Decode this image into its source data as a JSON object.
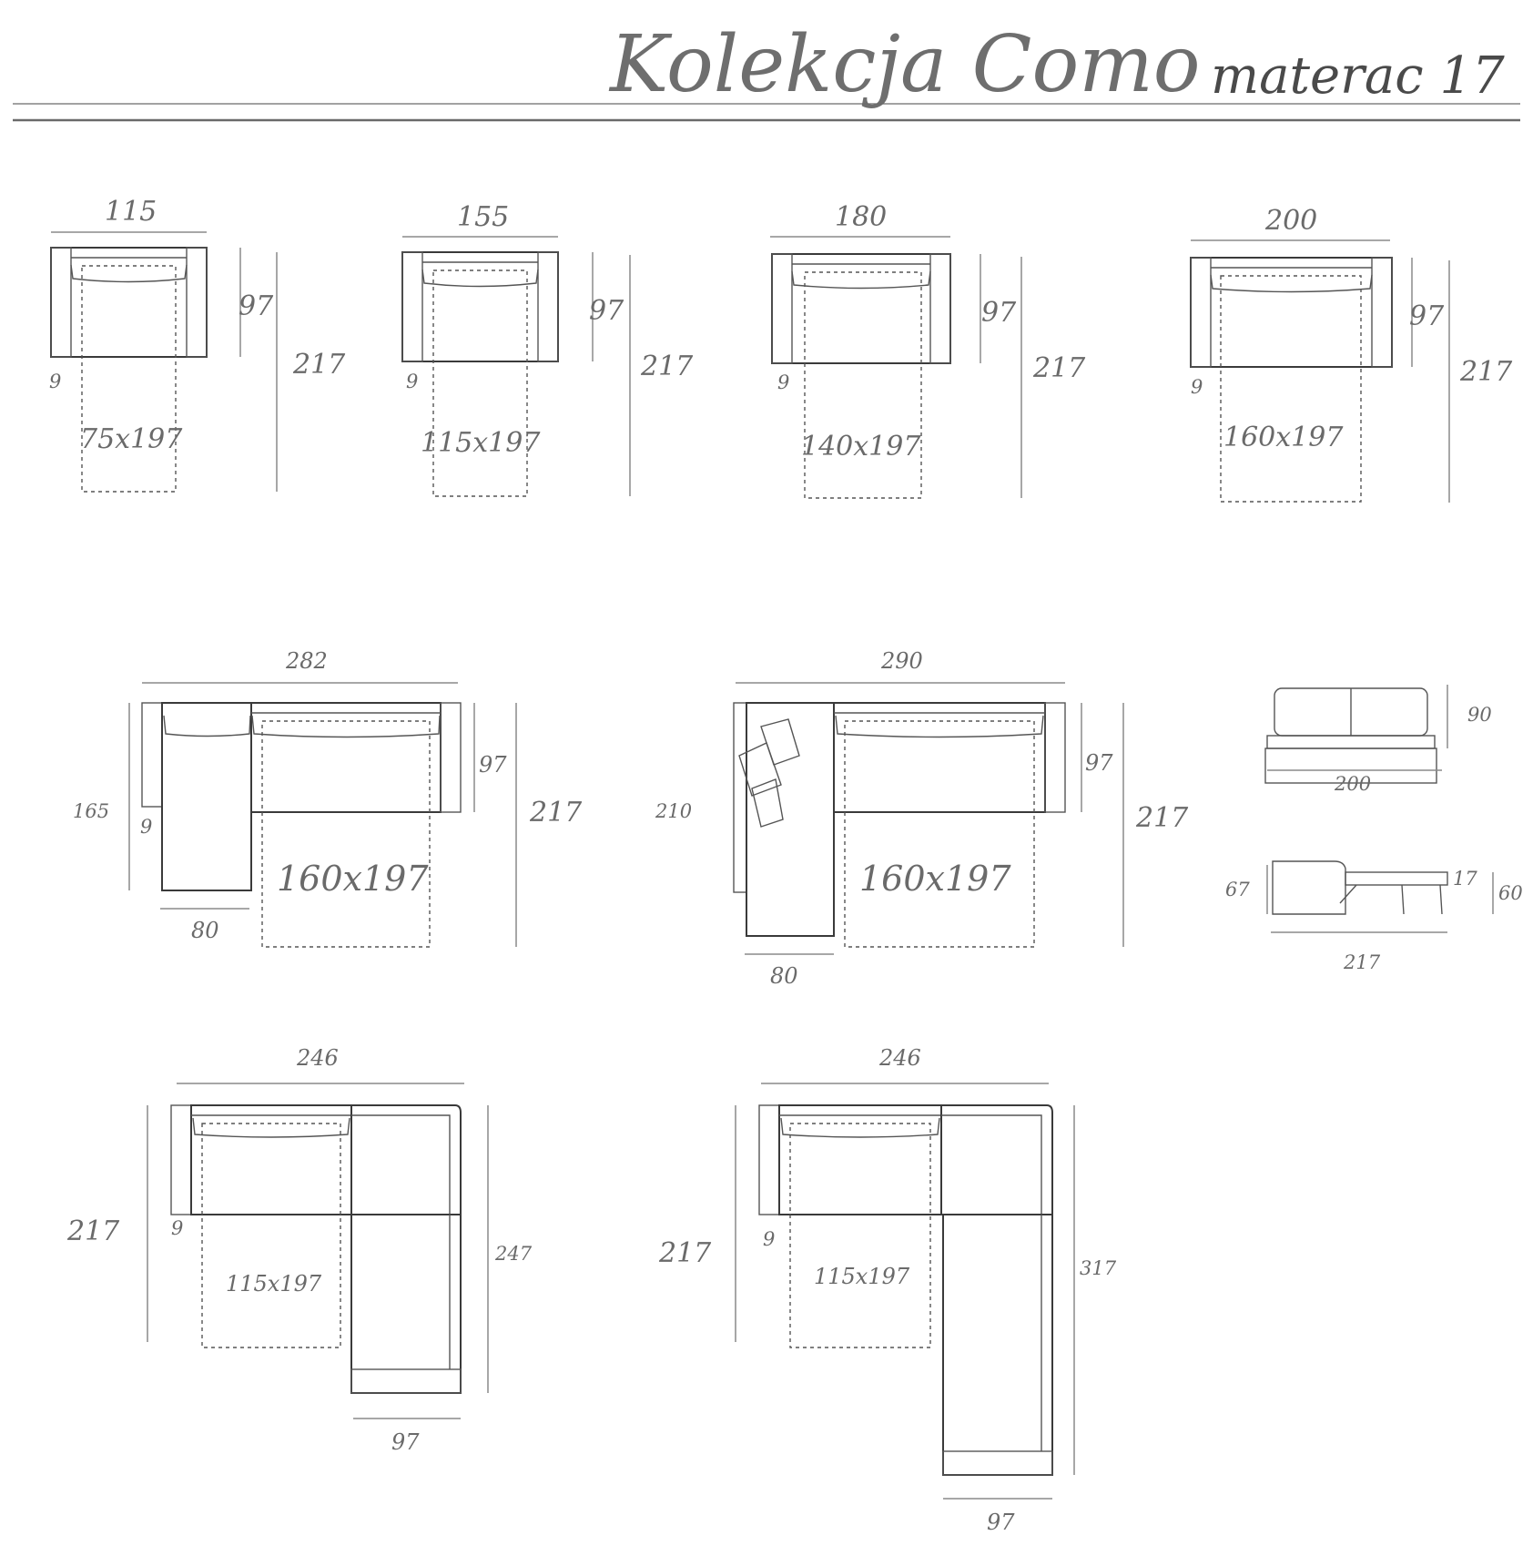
{
  "header": {
    "title": "Kolekcja Como",
    "subtitle": "materac 17"
  },
  "sofas": [
    {
      "width": "115",
      "depth": "97",
      "open_length": "217",
      "arm": "9",
      "mattress": "75x197"
    },
    {
      "width": "155",
      "depth": "97",
      "open_length": "217",
      "arm": "9",
      "mattress": "115x197"
    },
    {
      "width": "180",
      "depth": "97",
      "open_length": "217",
      "arm": "9",
      "mattress": "140x197"
    },
    {
      "width": "200",
      "depth": "97",
      "open_length": "217",
      "arm": "9",
      "mattress": "160x197"
    }
  ],
  "chaise_sofas": [
    {
      "width": "282",
      "depth": "97",
      "open_length": "217",
      "chaise_depth": "165",
      "arm": "9",
      "chaise_width": "80",
      "mattress": "160x197"
    },
    {
      "width": "290",
      "depth": "97",
      "open_length": "217",
      "chaise_depth": "210",
      "chaise_width": "80",
      "mattress": "160x197"
    }
  ],
  "side_views": {
    "front": {
      "width": "200",
      "height": "90"
    },
    "open": {
      "seat_height": "67",
      "mattress_thickness": "17",
      "height": "60",
      "length": "217"
    }
  },
  "corner_sofas": [
    {
      "width": "246",
      "open_length": "217",
      "arm": "9",
      "side_length": "247",
      "side_width": "97",
      "mattress": "115x197"
    },
    {
      "width": "246",
      "open_length": "217",
      "arm": "9",
      "side_length": "317",
      "side_width": "97",
      "mattress": "115x197"
    }
  ]
}
